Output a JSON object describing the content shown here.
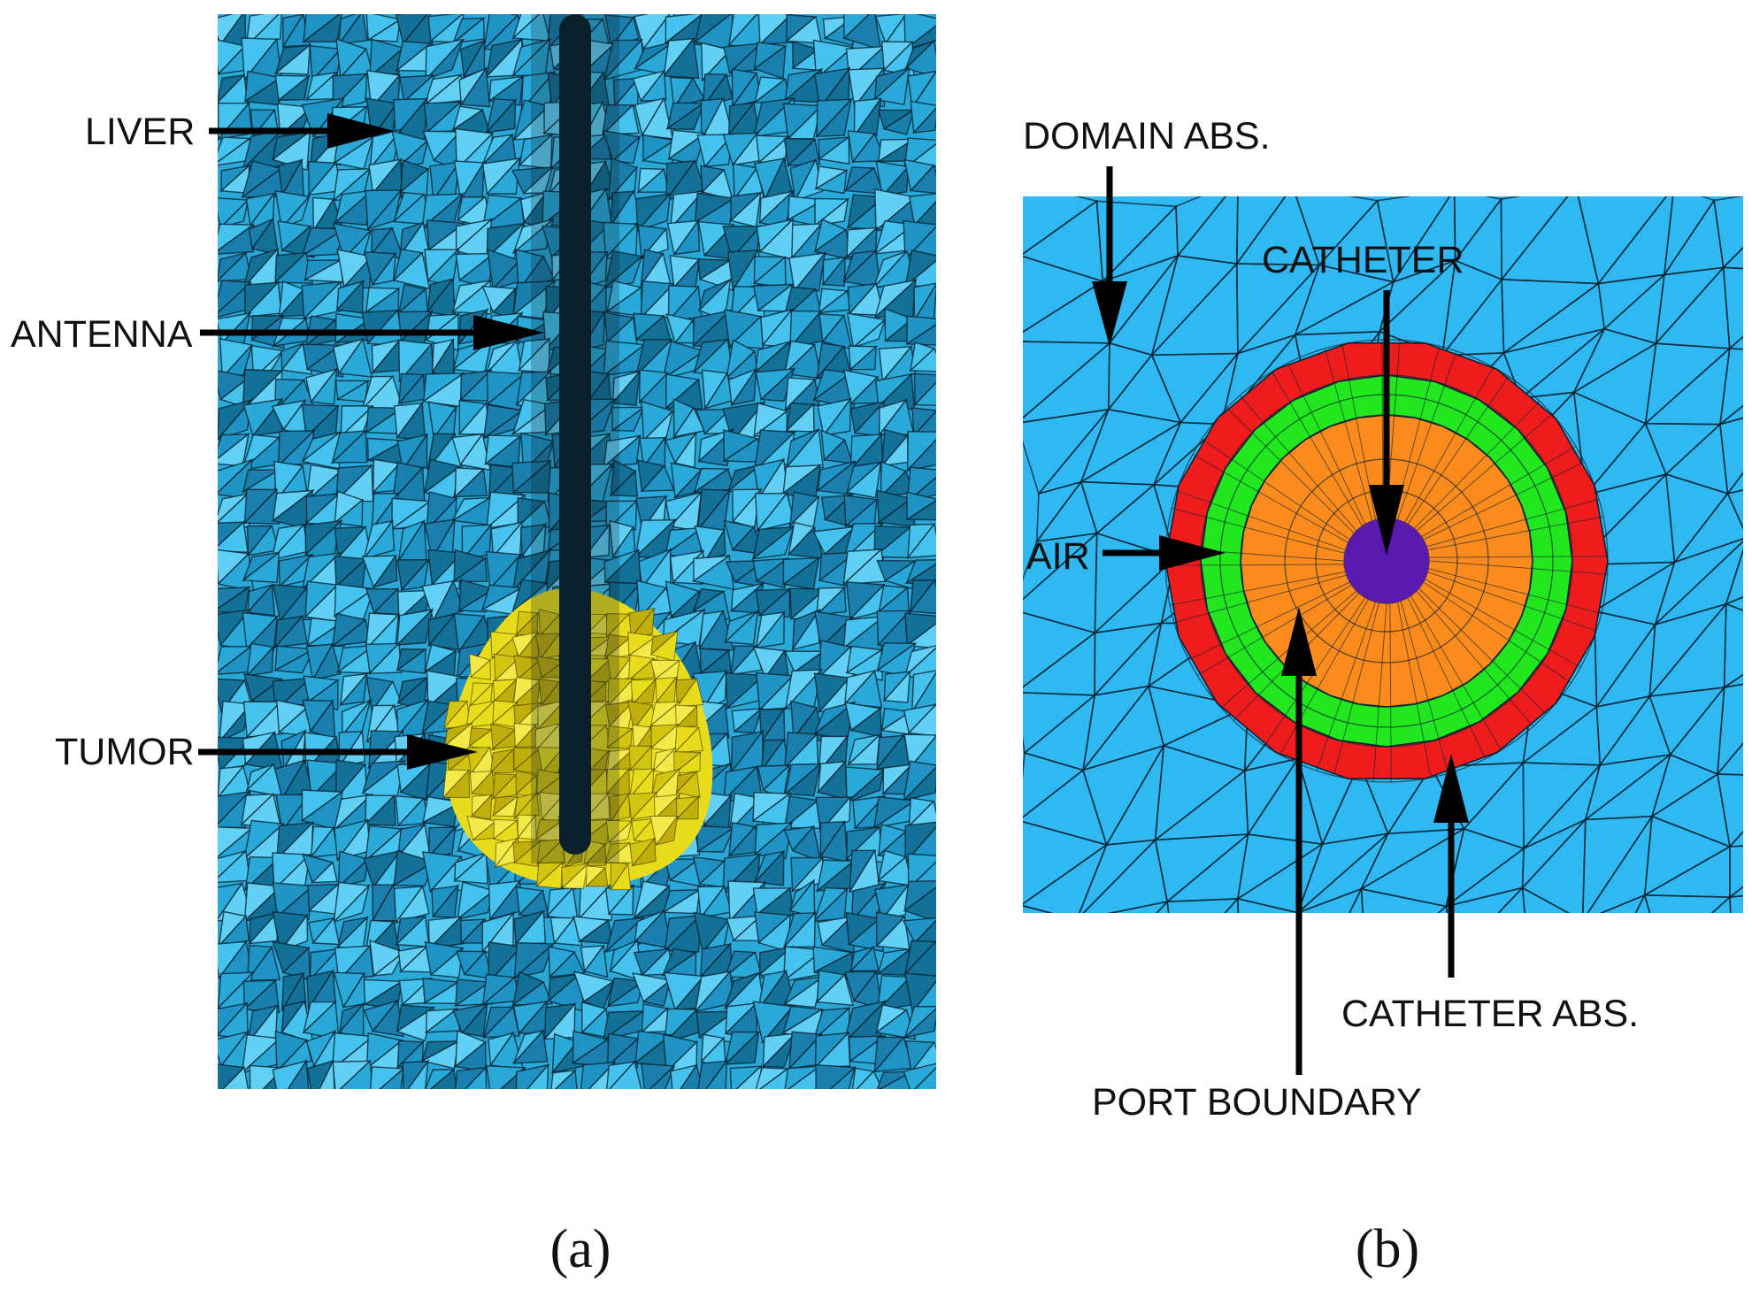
{
  "panel_a": {
    "caption": "(a)",
    "labels": {
      "liver": "LIVER",
      "antenna": "ANTENNA",
      "tumor": "TUMOR"
    }
  },
  "panel_b": {
    "caption": "(b)",
    "labels": {
      "domain_abs": "DOMAIN ABS.",
      "catheter": "CATHETER",
      "air": "AIR",
      "catheter_abs": "CATHETER ABS.",
      "port_boundary": "PORT BOUNDARY"
    }
  },
  "colors": {
    "liver": "#2aa8d8",
    "tumor": "#e8dc1c",
    "antenna": "#0b1f2a",
    "domain": "#2fb8f2",
    "catheter_abs": "#ee1c1c",
    "air": "#22e61e",
    "catheter": "#fb8b1c",
    "inner_conductor": "#5a1ab0",
    "mesh_line": "#0b2230"
  }
}
